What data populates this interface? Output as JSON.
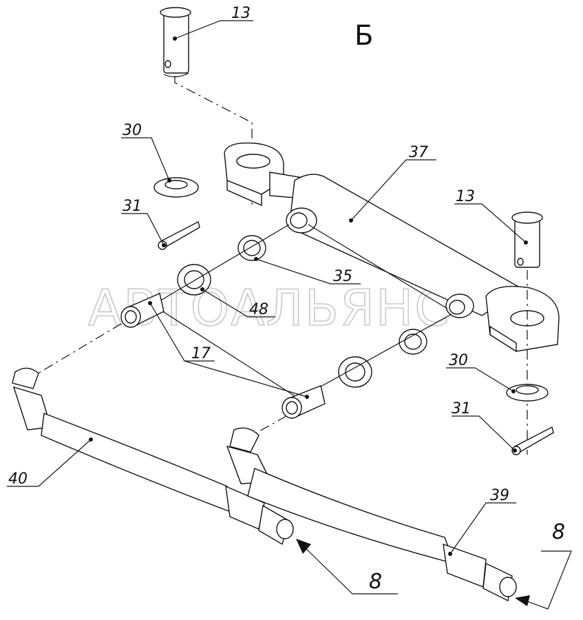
{
  "view_label": "Б",
  "watermark": "АВТОАЛЬЯНС",
  "callouts": [
    {
      "id": "13-top",
      "text": "13"
    },
    {
      "id": "30-left",
      "text": "30"
    },
    {
      "id": "31-left",
      "text": "31"
    },
    {
      "id": "37",
      "text": "37"
    },
    {
      "id": "13-right",
      "text": "13"
    },
    {
      "id": "35",
      "text": "35"
    },
    {
      "id": "48",
      "text": "48"
    },
    {
      "id": "17",
      "text": "17"
    },
    {
      "id": "30-right",
      "text": "30"
    },
    {
      "id": "31-right",
      "text": "31"
    },
    {
      "id": "40",
      "text": "40"
    },
    {
      "id": "39",
      "text": "39"
    },
    {
      "id": "8-right",
      "text": "8"
    },
    {
      "id": "8-bottom",
      "text": "8"
    }
  ]
}
